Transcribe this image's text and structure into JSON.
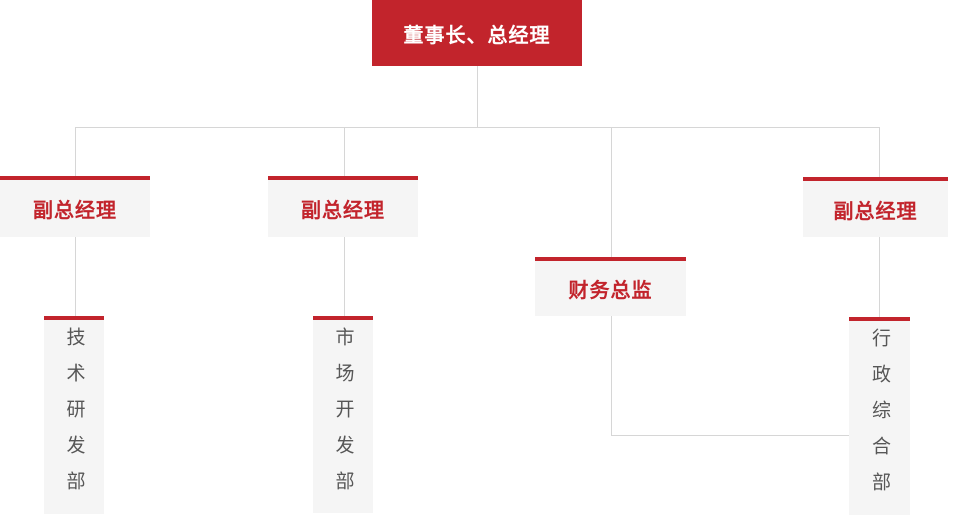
{
  "org_chart": {
    "root": {
      "label": "董事长、总经理"
    },
    "level2": [
      {
        "label": "副总经理"
      },
      {
        "label": "副总经理"
      },
      {
        "label": "财务总监"
      },
      {
        "label": "副总经理"
      }
    ],
    "level3": [
      {
        "label": "技术研发部"
      },
      {
        "label": "市场开发部"
      },
      {
        "label": "行政综合部"
      }
    ]
  },
  "colors": {
    "accent_red": "#c2242c",
    "node_background": "#f5f5f5",
    "connector_line": "#d6d6d6",
    "department_text": "#575757",
    "root_text": "#ffffff"
  }
}
